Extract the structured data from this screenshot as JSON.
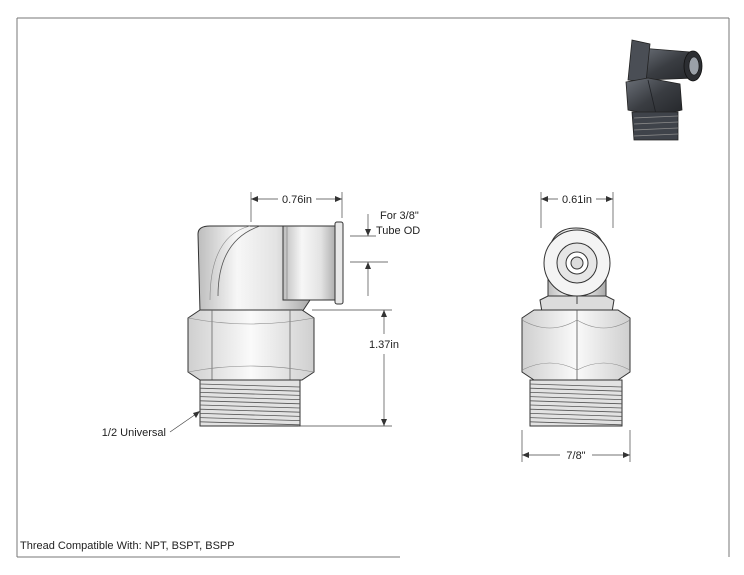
{
  "dimensions": {
    "side_width": "0.76in",
    "front_width": "0.61in",
    "height": "1.37in",
    "hex_width": "7/8\""
  },
  "notes": {
    "tube_line1": "For 3/8\"",
    "tube_line2": "Tube OD",
    "thread_label": "1/2 Universal",
    "footer": "Thread Compatible With: NPT, BSPT, BSPP"
  },
  "colors": {
    "border": "#666666",
    "line": "#333333",
    "metal_light": "#f2f2f2",
    "metal_mid": "#d9d9d9",
    "metal_dark": "#9a9a9a",
    "iso_dark": "#3a3d42"
  },
  "icons": {
    "preview": "isometric-elbow-fitting-render"
  }
}
